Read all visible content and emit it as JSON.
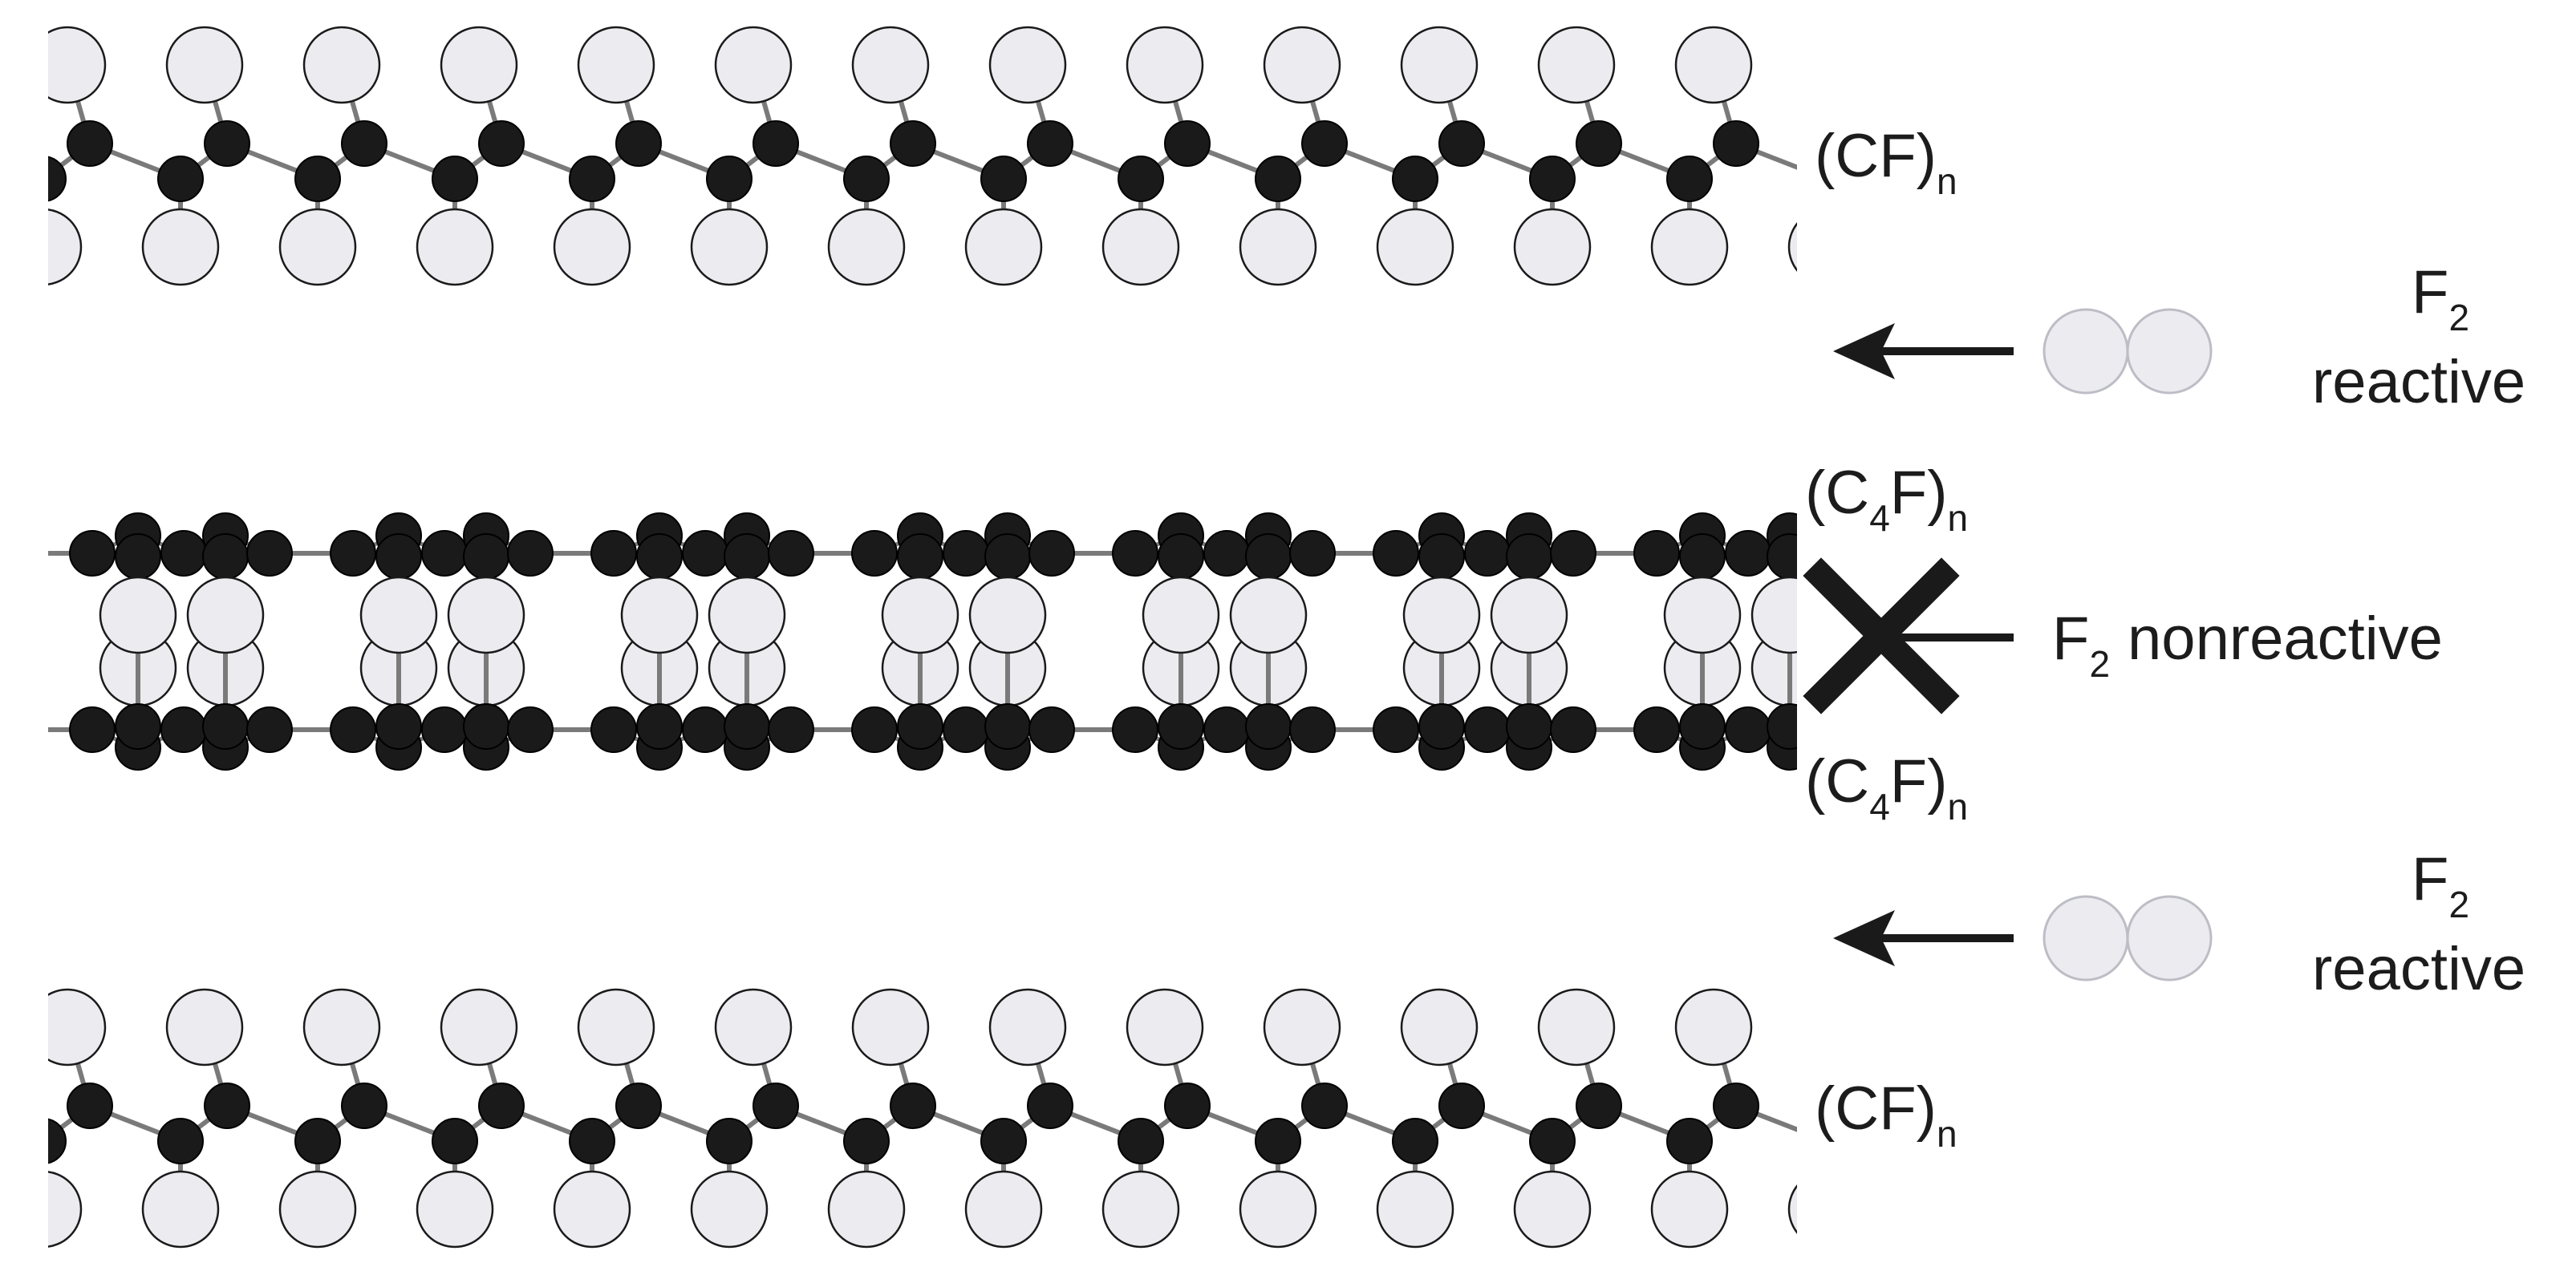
{
  "layers": [
    {
      "id": "cf-top",
      "kind": "CF",
      "label": {
        "base": "(CF)",
        "sub": "n"
      }
    },
    {
      "id": "c4f-upper",
      "kind": "C4F_up",
      "label": {
        "pre": "(C",
        "sub4": "4",
        "mid": "F)",
        "sub": "n"
      }
    },
    {
      "id": "c4f-lower",
      "kind": "C4F_down",
      "label": {
        "pre": "(C",
        "sub4": "4",
        "mid": "F)",
        "sub": "n"
      }
    },
    {
      "id": "cf-bottom",
      "kind": "CF",
      "label": {
        "base": "(CF)",
        "sub": "n"
      }
    }
  ],
  "annotations": [
    {
      "id": "f2-reactive-top",
      "f2_base": "F",
      "f2_sub": "2",
      "status": "reactive",
      "arrow_symbol": "arrow-left"
    },
    {
      "id": "f2-nonreactive",
      "f2_base": "F",
      "f2_sub": "2",
      "status": "nonreactive",
      "arrow_symbol": "blocked-x"
    },
    {
      "id": "f2-reactive-bottom",
      "f2_base": "F",
      "f2_sub": "2",
      "status": "reactive",
      "arrow_symbol": "arrow-left"
    }
  ],
  "colors": {
    "carbon": "#1a1a1a",
    "fluorine_fill": "#ebebf0",
    "fluorine_stroke": "#1a1a1a",
    "bond": "#7a7a7a",
    "arrow": "#1a1a1a",
    "f2_molecule_fill": "#ebebf0",
    "f2_molecule_stroke": "#bdbdc6"
  }
}
